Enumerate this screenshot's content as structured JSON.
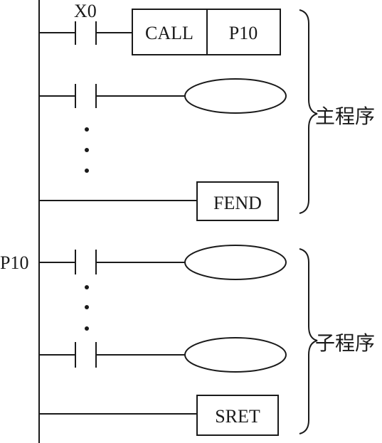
{
  "main_program": {
    "contact_label": "X0",
    "call_instruction": "CALL",
    "call_target": "P10",
    "end_instruction": "FEND",
    "section_label": "主程序"
  },
  "subroutine": {
    "pointer_label": "P10",
    "return_instruction": "SRET",
    "section_label": "子程序"
  }
}
